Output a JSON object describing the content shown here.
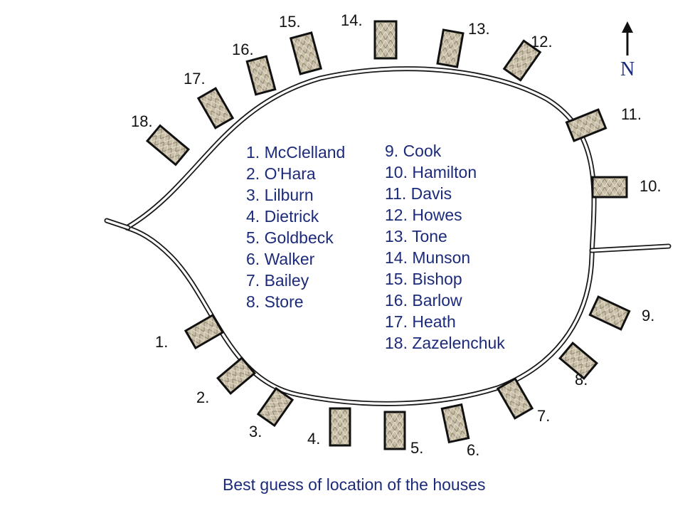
{
  "map": {
    "caption": "Best guess of location of the houses",
    "north_label": "N",
    "north_icon": "north-arrow-icon",
    "colors": {
      "legend_text": "#1c2a7a",
      "house_fill": "#c9bfa8",
      "house_outline": "#111111",
      "road_outline": "#1a1a1a"
    }
  },
  "houses": [
    {
      "number": "1.",
      "name": "McClelland"
    },
    {
      "number": "2.",
      "name": "O'Hara"
    },
    {
      "number": "3.",
      "name": "Lilburn"
    },
    {
      "number": "4.",
      "name": "Dietrick"
    },
    {
      "number": "5.",
      "name": "Goldbeck"
    },
    {
      "number": "6.",
      "name": "Walker"
    },
    {
      "number": "7.",
      "name": "Bailey"
    },
    {
      "number": "8.",
      "name": "Store"
    },
    {
      "number": "9.",
      "name": "Cook"
    },
    {
      "number": "10.",
      "name": "Hamilton"
    },
    {
      "number": "11.",
      "name": "Davis"
    },
    {
      "number": "12.",
      "name": "Howes"
    },
    {
      "number": "13.",
      "name": "Tone"
    },
    {
      "number": "14.",
      "name": "Munson"
    },
    {
      "number": "15.",
      "name": "Bishop"
    },
    {
      "number": "16.",
      "name": "Barlow"
    },
    {
      "number": "17.",
      "name": "Heath"
    },
    {
      "number": "18.",
      "name": "Zazelenchuk"
    }
  ],
  "legend": {
    "left_column": [
      "1. McClelland",
      "2. O'Hara",
      "3. Lilburn",
      "4. Dietrick",
      "5. Goldbeck",
      "6. Walker",
      "7. Bailey",
      "8. Store"
    ],
    "right_column": [
      "9. Cook",
      "10. Hamilton",
      "11. Davis",
      "12. Howes",
      "13. Tone",
      "14. Munson",
      "15. Bishop",
      "16. Barlow",
      "17. Heath",
      "18. Zazelenchuk"
    ]
  }
}
